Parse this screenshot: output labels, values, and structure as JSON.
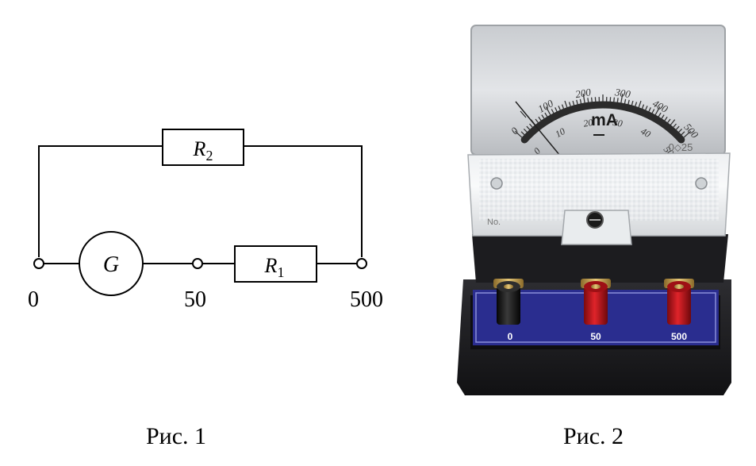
{
  "figure1": {
    "caption": "Рис. 1",
    "galvanometer_symbol": "G",
    "resistor_r2": {
      "letter": "R",
      "subscript": "2"
    },
    "resistor_r1": {
      "letter": "R",
      "subscript": "1"
    },
    "terminal_labels": [
      "0",
      "50",
      "500"
    ]
  },
  "figure2": {
    "caption": "Рис. 2",
    "scale_outer": [
      "0",
      "100",
      "200",
      "300",
      "400",
      "500"
    ],
    "scale_inner": [
      "0",
      "10",
      "20",
      "30",
      "40",
      "50"
    ],
    "unit": "mA",
    "corner_mark": "0⬦25",
    "serial_label": "No.",
    "terminal_labels": [
      "0",
      "50",
      "500"
    ],
    "colors": {
      "base": "#1f1f22",
      "label_plate": "#2a2d8f",
      "red_terminal": "#c8141a",
      "black_terminal": "#151515",
      "scale_arc": "#2b2b2b"
    }
  }
}
